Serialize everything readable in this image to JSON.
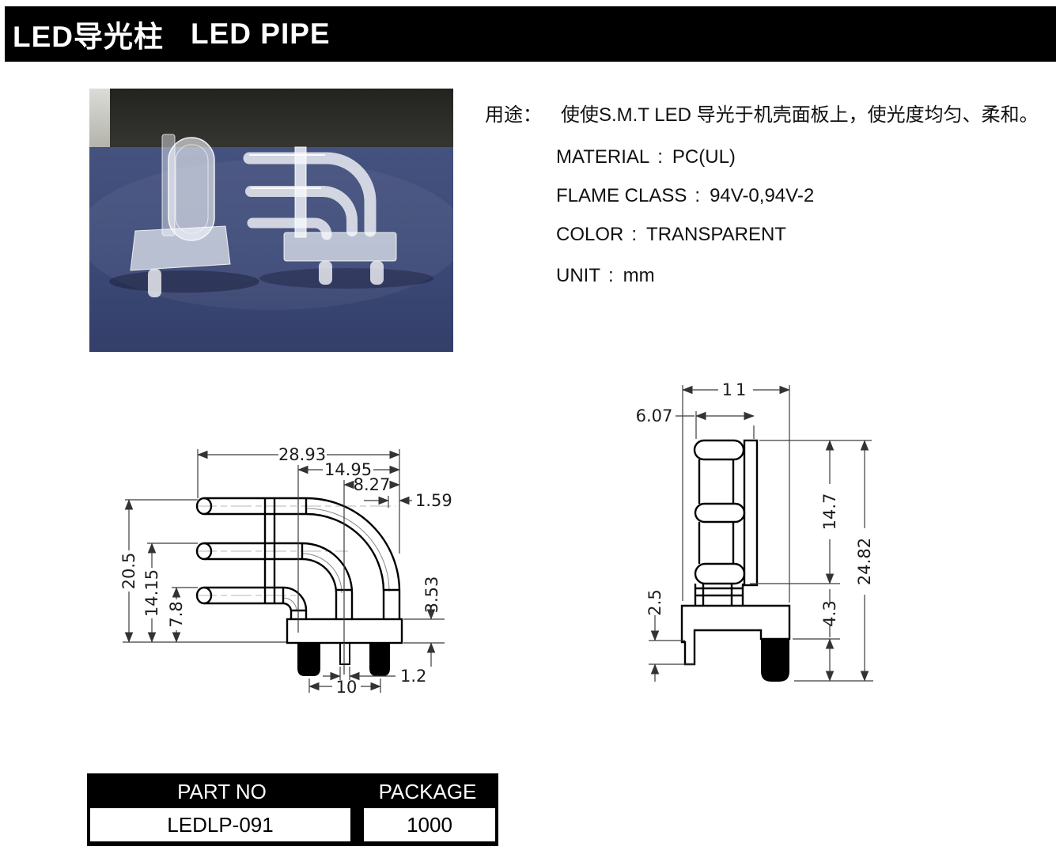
{
  "header": {
    "title_zh": "LED导光柱",
    "title_en": "LED PIPE"
  },
  "usage": {
    "label": "用途：",
    "text": "使使S.M.T LED 导光于机壳面板上，使光度均匀、柔和。"
  },
  "specs": [
    {
      "label": "MATERIAL",
      "sep": ":",
      "value": "PC(UL)"
    },
    {
      "label": "FLAME CLASS",
      "sep": ":",
      "value": "94V-0,94V-2"
    },
    {
      "label": "COLOR",
      "sep": ":",
      "value": "TRANSPARENT"
    },
    {
      "label": "UNIT",
      "sep": ":",
      "value": "mm"
    }
  ],
  "drawings": {
    "unit": "mm",
    "side_view": {
      "dims": {
        "total_width": "28.93",
        "width_mid": "14.95",
        "width_inner": "8.27",
        "wall": "1.59",
        "total_height": "20.5",
        "height_mid": "14.15",
        "height_inner": "7.8",
        "base_height": "3.53",
        "pin_width": "1.2",
        "peg_pitch": "10"
      }
    },
    "front_view": {
      "dims": {
        "top_width": "11",
        "lens_width": "6.07",
        "body_height": "14.7",
        "total_height": "24.82",
        "leg_step": "2.5",
        "peg_height": "4.3"
      }
    }
  },
  "table": {
    "headers": [
      "PART NO",
      "PACKAGE"
    ],
    "rows": [
      [
        "LEDLP-091",
        "1000"
      ]
    ]
  },
  "photo": {
    "description": "Two transparent LED light pipes on blue felt"
  },
  "colors": {
    "header_bg": "#000000",
    "felt_blue": "#3d4a78",
    "backdrop": "#2c2c28"
  }
}
